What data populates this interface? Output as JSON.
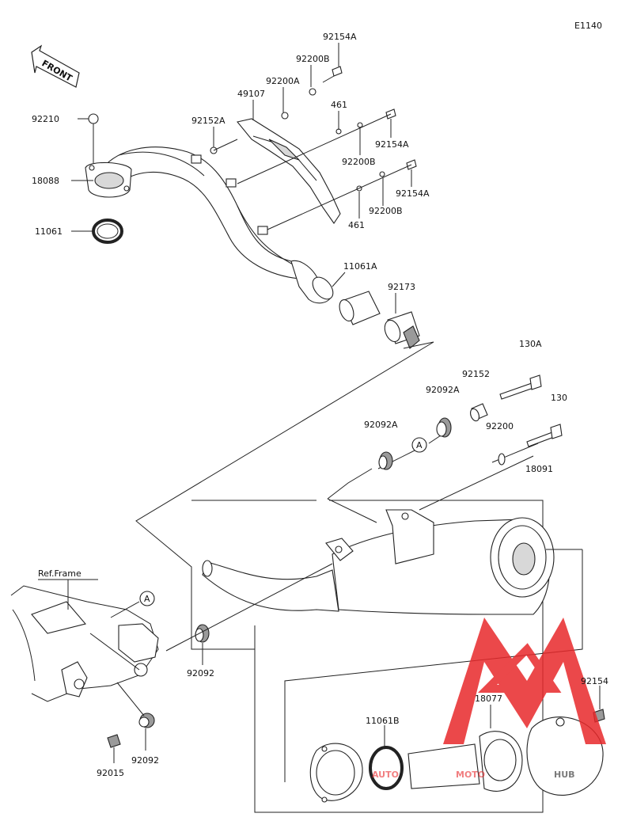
{
  "diagram_code": "E1140",
  "front_label": "FRONT",
  "ref_frame": "Ref.Frame",
  "marker_a": "A",
  "watermark": {
    "brand_left": "AUTO",
    "brand_mid": "MOTO",
    "brand_right": "HUB",
    "color": "#e8292b",
    "color_dark": "#222222"
  },
  "parts": {
    "p92154A_top": "92154A",
    "p92200B_top": "92200B",
    "p92200A": "92200A",
    "p49107": "49107",
    "p461_top": "461",
    "p92152A": "92152A",
    "p92210": "92210",
    "p92154A_mid": "92154A",
    "p92200B_mid": "92200B",
    "p18088": "18088",
    "p92154A_low": "92154A",
    "p92200B_low": "92200B",
    "p461_low": "461",
    "p11061": "11061",
    "p11061A": "11061A",
    "p92173": "92173",
    "p130A": "130A",
    "p92152": "92152",
    "p92092A_right": "92092A",
    "p130": "130",
    "p92092A_left": "92092A",
    "p92200": "92200",
    "p18091": "18091",
    "p92092_mid": "92092",
    "p92154": "92154",
    "p18077": "18077",
    "p11061B": "11061B",
    "p92092_low": "92092",
    "p92015": "92015"
  }
}
